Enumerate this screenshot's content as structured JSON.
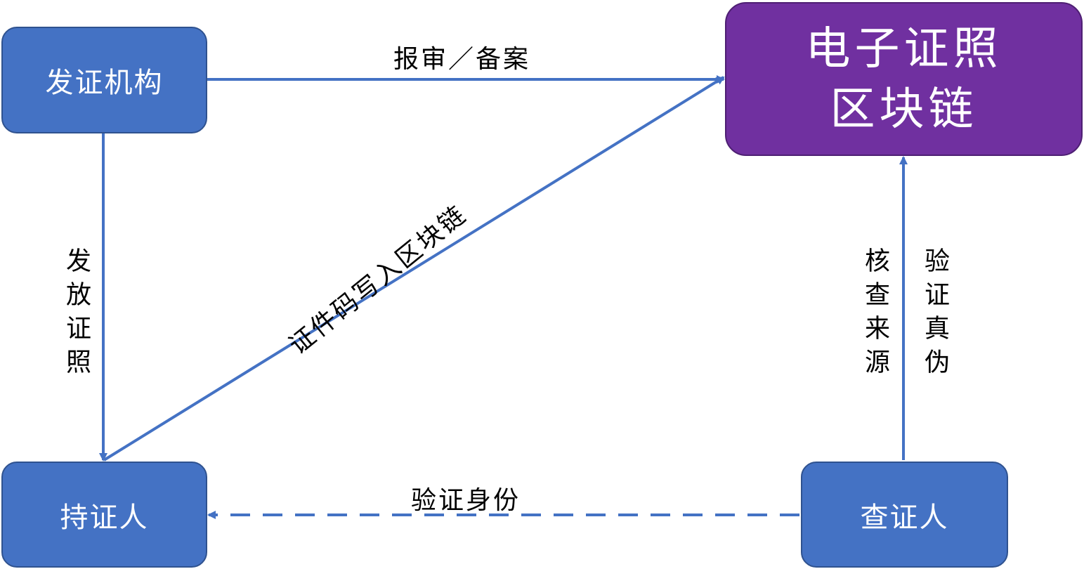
{
  "nodes": {
    "issuer": "发证机构",
    "blockchain_line1": "电子证照",
    "blockchain_line2": "区块链",
    "holder": "持证人",
    "verifier": "查证人"
  },
  "edges": {
    "report": "报审／备案",
    "issue": "发放证照",
    "write_code": "证件码写入区块链",
    "check_source": "核查来源",
    "verify_authenticity": "验证真伪",
    "verify_identity": "验证身份"
  },
  "colors": {
    "node_blue": "#4472C4",
    "node_purple": "#7030A0",
    "arrow": "#4472C4"
  }
}
